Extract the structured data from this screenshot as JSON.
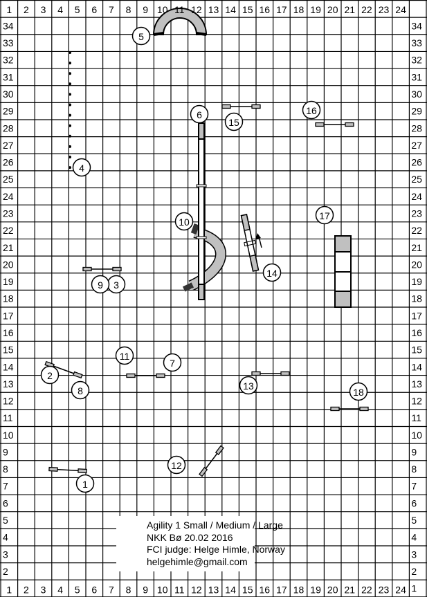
{
  "course": {
    "column_labels": [
      "1",
      "2",
      "3",
      "4",
      "5",
      "6",
      "7",
      "8",
      "9",
      "10",
      "11",
      "12",
      "13",
      "14",
      "15",
      "16",
      "17",
      "18",
      "19",
      "20",
      "21",
      "22",
      "23",
      "24"
    ],
    "row_labels": [
      "34",
      "33",
      "32",
      "31",
      "30",
      "29",
      "28",
      "27",
      "26",
      "25",
      "24",
      "23",
      "22",
      "21",
      "20",
      "19",
      "18",
      "17",
      "16",
      "15",
      "14",
      "13",
      "12",
      "11",
      "10",
      "9",
      "8",
      "7",
      "6",
      "5",
      "4",
      "3",
      "2",
      "1"
    ],
    "obstacle_numbers": [
      "1",
      "2",
      "3",
      "4",
      "5",
      "6",
      "7",
      "8",
      "9",
      "10",
      "11",
      "12",
      "13",
      "14",
      "15",
      "16",
      "17",
      "18"
    ],
    "colors": {
      "equipment_fill": "#c0c0c0",
      "line": "#000000",
      "background": "#ffffff"
    }
  },
  "info": {
    "line1": "Agility 1 Small / Medium / Large",
    "line2": "NKK Bø 20.02  2016",
    "line3": "FCI judge: Helge Himle, Norway",
    "line4": "helgehimle@gmail.com"
  }
}
